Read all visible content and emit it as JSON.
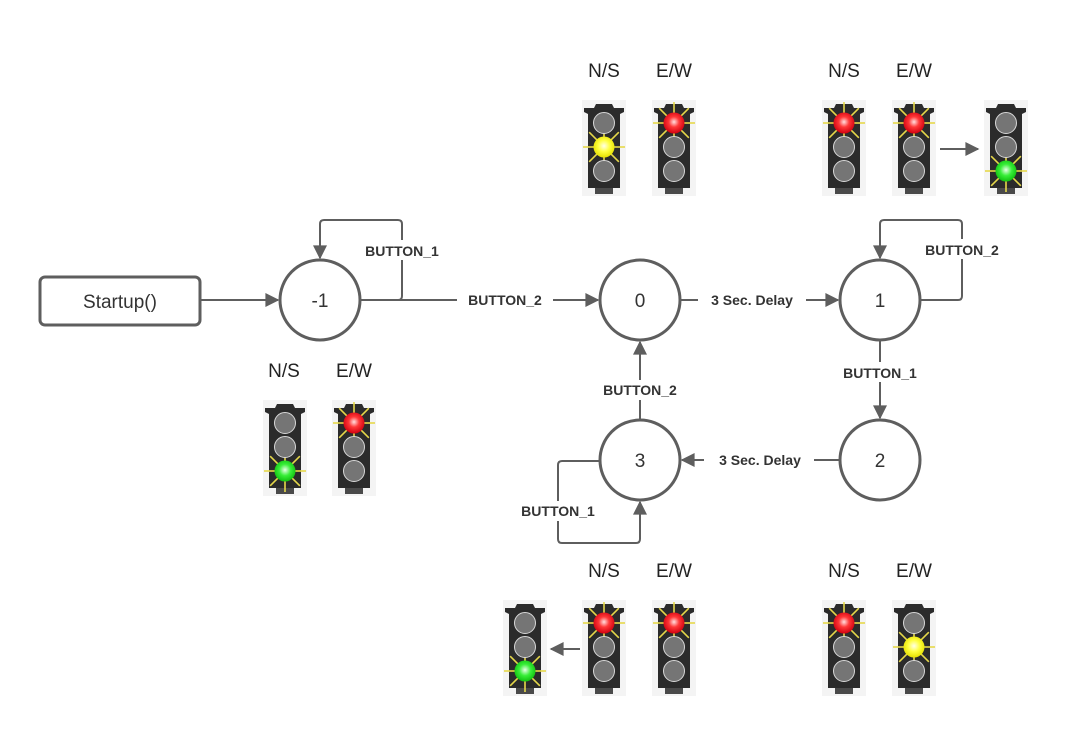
{
  "diagram": {
    "title": "Traffic light state machine",
    "colors": {
      "stroke": "#5e5e5e",
      "text": "#333333",
      "housing": "#2b2b2b",
      "lamp_off": "#757575",
      "red": "#e8101a",
      "yellow": "#f5f20a",
      "green": "#16d416",
      "glow": "#e6d84a"
    },
    "startup": {
      "label": "Startup()"
    },
    "states": [
      {
        "id": "s-1",
        "label": "-1"
      },
      {
        "id": "s0",
        "label": "0"
      },
      {
        "id": "s1",
        "label": "1"
      },
      {
        "id": "s2",
        "label": "2"
      },
      {
        "id": "s3",
        "label": "3"
      }
    ],
    "transitions": [
      {
        "from": "startup",
        "to": "-1",
        "label": ""
      },
      {
        "from": "-1",
        "to": "-1",
        "label": "BUTTON_1"
      },
      {
        "from": "-1",
        "to": "0",
        "label": "BUTTON_2"
      },
      {
        "from": "0",
        "to": "1",
        "label": "3 Sec. Delay"
      },
      {
        "from": "1",
        "to": "1",
        "label": "BUTTON_2"
      },
      {
        "from": "1",
        "to": "2",
        "label": "BUTTON_1"
      },
      {
        "from": "2",
        "to": "3",
        "label": "3 Sec. Delay"
      },
      {
        "from": "3",
        "to": "3",
        "label": "BUTTON_1"
      },
      {
        "from": "3",
        "to": "0",
        "label": "BUTTON_2"
      }
    ],
    "light_groups": [
      {
        "state": "-1",
        "ns_label": "N/S",
        "ew_label": "E/W",
        "ns": "green",
        "ew": "red",
        "next": null
      },
      {
        "state": "0",
        "ns_label": "N/S",
        "ew_label": "E/W",
        "ns": "yellow",
        "ew": "red",
        "next": null
      },
      {
        "state": "1",
        "ns_label": "N/S",
        "ew_label": "E/W",
        "ns": "red",
        "ew": "red",
        "next": "green"
      },
      {
        "state": "2",
        "ns_label": "N/S",
        "ew_label": "E/W",
        "ns": "red",
        "ew": "yellow",
        "next": null
      },
      {
        "state": "3",
        "ns_label": "N/S",
        "ew_label": "E/W",
        "ns": "red",
        "ew": "red",
        "next": "green"
      }
    ]
  }
}
